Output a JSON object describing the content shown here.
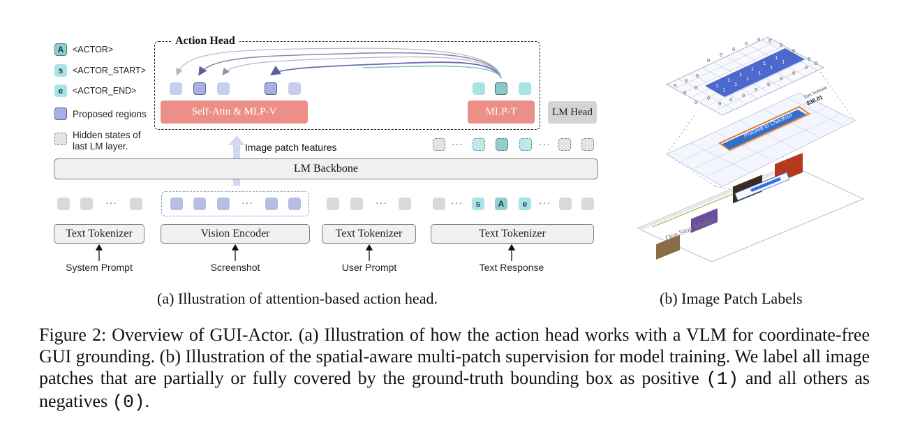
{
  "legend": {
    "actor": "<ACTOR>",
    "actor_start": "<ACTOR_START>",
    "actor_end": "<ACTOR_END>",
    "proposed": "Proposed regions",
    "hidden_line1": "Hidden states of",
    "hidden_line2": "last LM layer.",
    "actor_letter": "A",
    "start_letter": "s",
    "end_letter": "e"
  },
  "action_head": {
    "title": "Action Head",
    "self_attn": "Self-Attn & MLP-V",
    "mlp_t": "MLP-T"
  },
  "lm_head": "LM Head",
  "image_patch_features": "Image patch features",
  "lm_backbone": "LM Backbone",
  "encoders": {
    "text_tokenizer_1": "Text Tokenizer",
    "vision_encoder": "Vision Encoder",
    "text_tokenizer_2": "Text Tokenizer",
    "text_tokenizer_3": "Text Tokenizer"
  },
  "inputs": {
    "system_prompt": "System Prompt",
    "screenshot": "Screenshot",
    "user_prompt": "User Prompt",
    "text_response": "Text Response"
  },
  "dots": "···",
  "screenshot_texts": {
    "market": "One Stop Market",
    "checkout": "Proceed to Checkout",
    "price": "$38.01",
    "subtotal": "Cart Subtotal"
  },
  "captions": {
    "a": "(a) Illustration of attention-based action head.",
    "b": "(b) Image Patch Labels",
    "figure_prefix": "Figure 2: Overview of GUI-Actor. (a) Illustration of how the action head works with a VLM for coordinate-free GUI grounding. (b) Illustration of the spatial-aware multi-patch supervision for model training. We label all image patches that are partially or fully covered by the ground-truth bounding box as positive ",
    "positive_code": "(1)",
    "figure_middle": " and all others as negatives ",
    "negative_code": "(0)",
    "figure_end": "."
  },
  "colors": {
    "salmon": "#ec8f86",
    "purple": "#b8bde8",
    "teal": "#a8e4e6",
    "blue_patch": "#3f5cc9"
  }
}
